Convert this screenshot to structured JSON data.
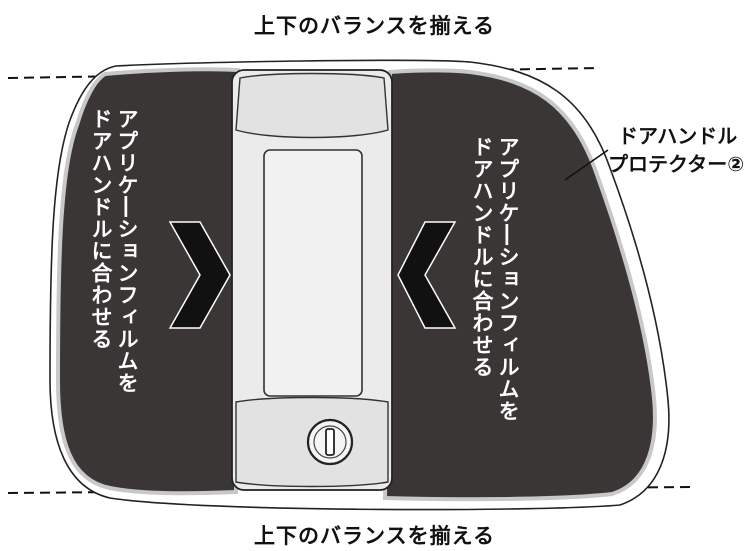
{
  "caption_top": "上下のバランスを揃える",
  "caption_bottom": "上下のバランスを揃える",
  "left_instruction": [
    "アプリケ―ションフィルムを",
    "ドアハンドルに合わせる"
  ],
  "right_instruction": [
    "アプリケ―ションフィルムを",
    "ドアハンドルに合わせる"
  ],
  "callout_label": [
    "ドアハンドル",
    "プロテクター②"
  ],
  "colors": {
    "film": "#3a3636",
    "handle": "#ebebeb",
    "outline": "#222222",
    "arrow": "#111111",
    "text_on_film": "#ffffff"
  }
}
